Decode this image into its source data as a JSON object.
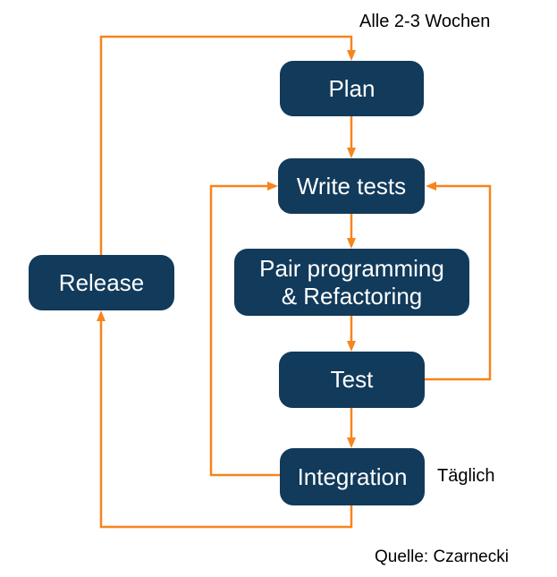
{
  "colors": {
    "node_fill": "#113a5b",
    "node_text": "#ffffff",
    "arrow": "#f7841c",
    "note_text": "#000000",
    "background": "#ffffff"
  },
  "nodes": {
    "plan": "Plan",
    "write_tests": "Write tests",
    "pair": "Pair programming\n& Refactoring",
    "test": "Test",
    "integration": "Integration",
    "release": "Release"
  },
  "notes": {
    "cycle": "Alle 2-3 Wochen",
    "daily": "Täglich",
    "source": "Quelle: Czarnecki"
  }
}
